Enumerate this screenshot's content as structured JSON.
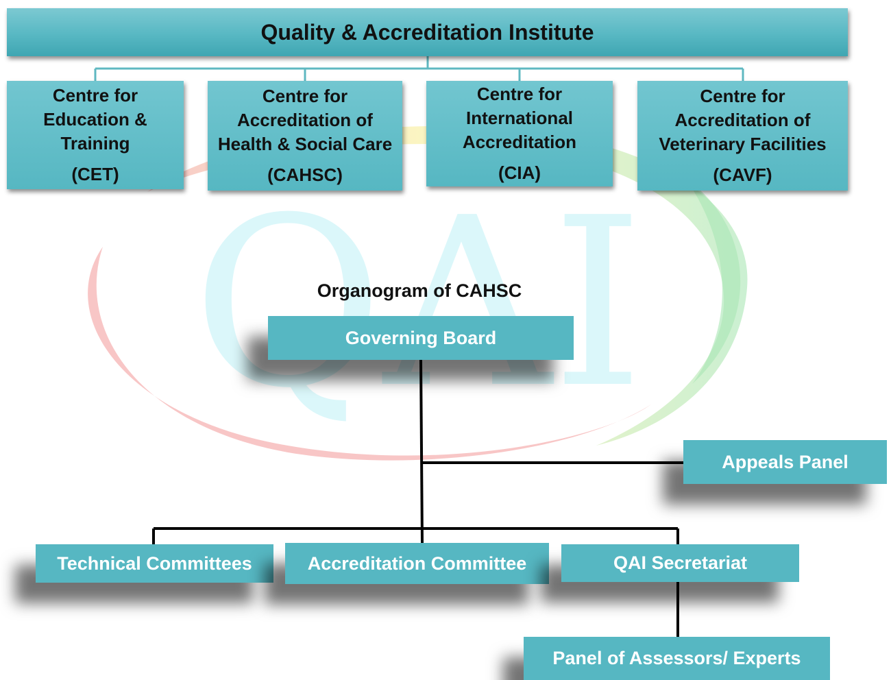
{
  "institute": {
    "title": "Quality & Accreditation Institute"
  },
  "centres": [
    {
      "name": "Centre for Education & Training",
      "abbr": "(CET)"
    },
    {
      "name": "Centre for Accreditation of Health & Social Care",
      "abbr": "(CAHSC)"
    },
    {
      "name": "Centre for International Accreditation",
      "abbr": "(CIA)"
    },
    {
      "name": "Centre for Accreditation of Veterinary Facilities",
      "abbr": "(CAVF)"
    }
  ],
  "organogram": {
    "title": "Organogram of CAHSC",
    "governing_board": "Governing Board",
    "appeals_panel": "Appeals Panel",
    "technical_committees": "Technical Committees",
    "accreditation_committee": "Accreditation Committee",
    "qai_secretariat": "QAI Secretariat",
    "panel_of_assessors": "Panel of Assessors/ Experts"
  },
  "watermark": {
    "text": "QAI"
  },
  "colors": {
    "box_fill": "#56b7c2",
    "connector_top": "#5fb8c1",
    "connector_org": "#000000",
    "watermark_red": "#f3a3a3",
    "watermark_yellow": "#f8ee9a",
    "watermark_green": "#a8e6b4",
    "watermark_cyan": "#d5f6fa"
  }
}
